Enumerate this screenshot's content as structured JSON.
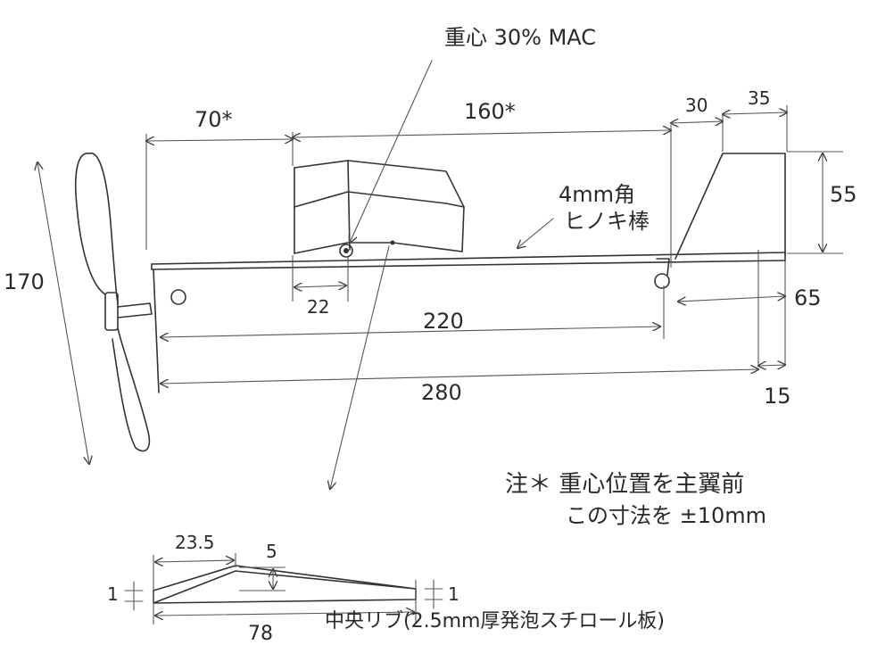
{
  "labels": {
    "cg": "重心 30% MAC",
    "d70": "70*",
    "d160": "160*",
    "d30": "30",
    "d35": "35",
    "d55": "55",
    "d65": "65",
    "d22": "22",
    "d220": "220",
    "d280": "280",
    "d15": "15",
    "d170": "170",
    "stick": "4mm角\nヒノキ棒",
    "stick_line1": "4mm角",
    "stick_line2": "ヒノキ棒",
    "rib_d235": "23.5",
    "rib_d5": "5",
    "rib_d78": "78",
    "rib_left1": "1",
    "rib_right1": "1",
    "rib_caption": "中央リブ(2.5mm厚発泡スチロール板)",
    "note1": "注＊ 重心位置を主翼前",
    "note2": "この寸法を ±10mm"
  }
}
